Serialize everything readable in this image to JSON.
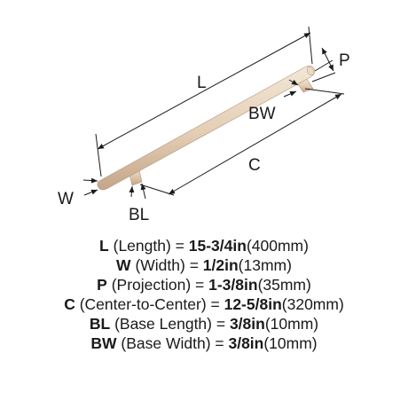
{
  "diagram": {
    "labels": {
      "length": "L",
      "projection": "P",
      "base_width": "BW",
      "center_to_center": "C",
      "width": "W",
      "base_length": "BL"
    },
    "colors": {
      "handle_light": "#f3e7d8",
      "handle_mid": "#e3cdb4",
      "handle_dark": "#c4a689",
      "dimension_line": "#1a1a1a"
    }
  },
  "specs": [
    {
      "symbol": "L",
      "desc": " (Length) = ",
      "value": "15-3/4in",
      "metric": "(400mm)"
    },
    {
      "symbol": "W",
      "desc": " (Width) = ",
      "value": "1/2in",
      "metric": "(13mm)"
    },
    {
      "symbol": "P",
      "desc": " (Projection) = ",
      "value": "1-3/8in",
      "metric": "(35mm)"
    },
    {
      "symbol": "C",
      "desc": " (Center-to-Center) = ",
      "value": "12-5/8in",
      "metric": "(320mm)"
    },
    {
      "symbol": "BL",
      "desc": " (Base Length) = ",
      "value": "3/8in",
      "metric": "(10mm)"
    },
    {
      "symbol": "BW",
      "desc": " (Base Width) = ",
      "value": "3/8in",
      "metric": "(10mm)"
    }
  ]
}
